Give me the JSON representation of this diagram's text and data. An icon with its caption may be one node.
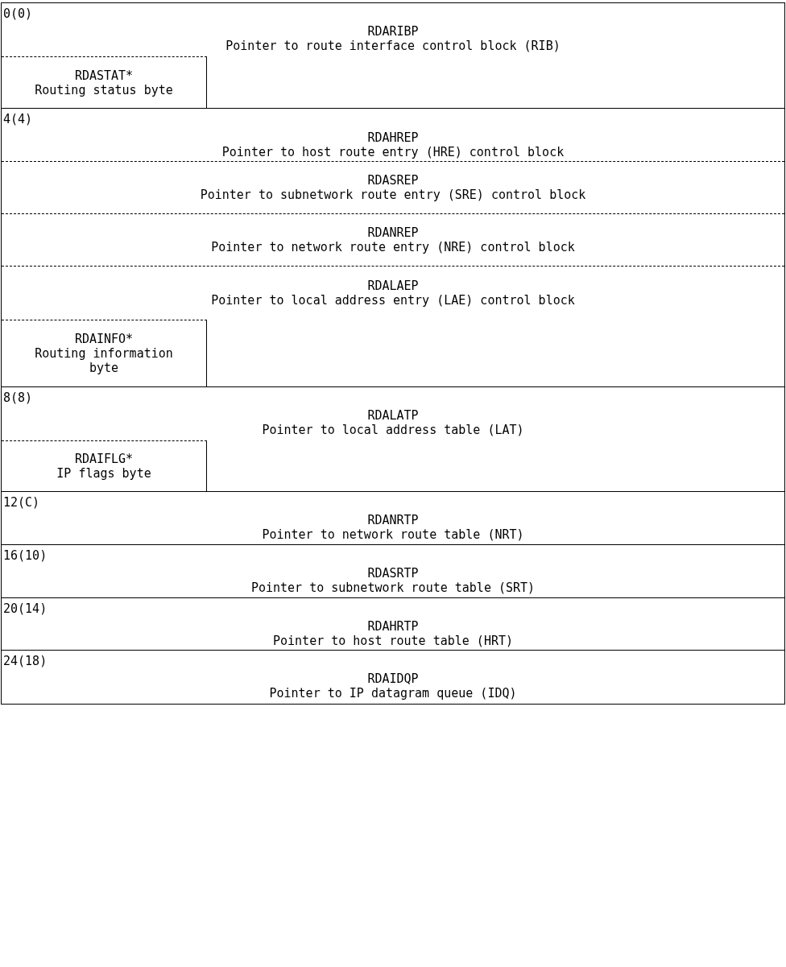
{
  "diagram": {
    "nodes": [
      {
        "text": [
          "0(0)"
        ]
      },
      {
        "text": [
          "RDARIBP",
          "Pointer to route interface control block (RIB)"
        ],
        "in": 0
      },
      {
        "text": [
          "RDASTAT*",
          "Routing status byte"
        ],
        "in": 0
      },
      {
        "text": [
          "4(4)"
        ]
      },
      {
        "text": [
          "RDAHREP",
          "Pointer to host route entry (HRE) control block"
        ],
        "in": 3
      },
      {
        "text": [
          "RDASREP",
          "Pointer to subnetwork route entry (SRE) control block"
        ],
        "in": 3
      },
      {
        "text": [
          "RDANREP",
          "Pointer to network route entry (NRE) control block"
        ],
        "in": 3
      },
      {
        "text": [
          "RDALAEP",
          "Pointer to local address entry (LAE) control block"
        ],
        "in": 3
      },
      {
        "text": [
          "RDAINFO*",
          "Routing information byte"
        ],
        "in": 3
      },
      {
        "text": [
          "8(8)"
        ]
      },
      {
        "text": [
          "RDALATP",
          "Pointer to local address table (LAT)"
        ],
        "in": 9
      },
      {
        "text": [
          "RDAIFLG*",
          "IP flags byte"
        ],
        "in": 9
      },
      {
        "text": [
          "12(C)"
        ]
      },
      {
        "text": [
          "RDANRTP",
          "Pointer to network route table (NRT)"
        ],
        "in": 12
      },
      {
        "text": [
          "16(10)"
        ]
      },
      {
        "text": [
          "RDASRTP",
          "Pointer to subnetwork route table (SRT)"
        ],
        "in": 14
      },
      {
        "text": [
          "20(14)"
        ]
      },
      {
        "text": [
          "RDAHRTP",
          "Pointer to host route table (HRT)"
        ],
        "in": 16
      },
      {
        "text": [
          "24(18)"
        ]
      },
      {
        "text": [
          "RDAIDQP",
          "Pointer to IP datagram queue (IDQ)"
        ],
        "in": 18
      }
    ]
  }
}
